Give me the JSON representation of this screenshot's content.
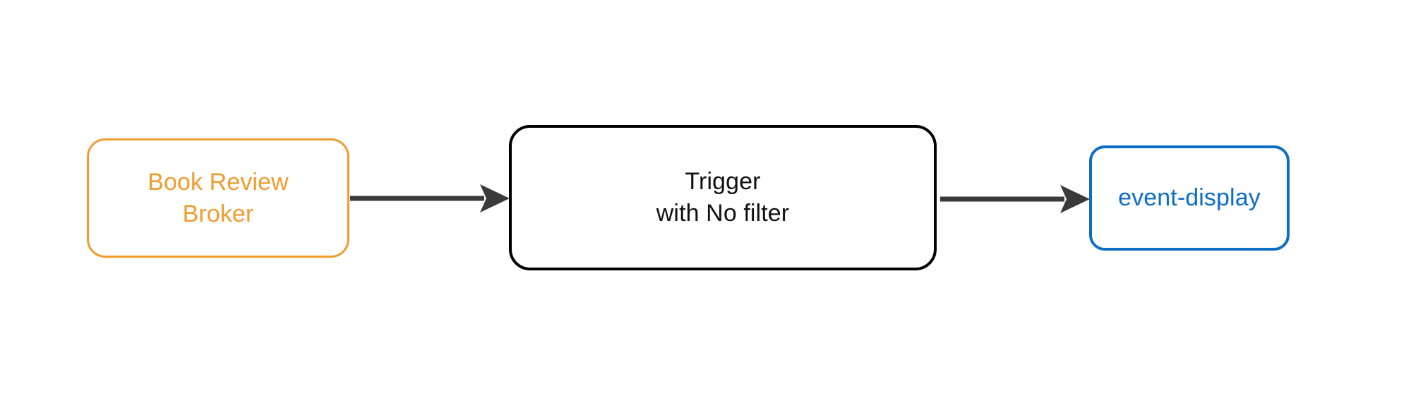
{
  "diagram": {
    "type": "flow",
    "background_color": "#ffffff",
    "nodes": [
      {
        "id": "broker",
        "label": "Book Review\nBroker",
        "role": "source",
        "shape": "rounded-rectangle",
        "border_color": "#f19b2d",
        "text_color": "#f19b2d",
        "fill_color": "#ffffff"
      },
      {
        "id": "trigger",
        "label": "Trigger\nwith No filter",
        "role": "trigger",
        "shape": "rounded-rectangle",
        "border_color": "#000000",
        "text_color": "#111111",
        "fill_color": "#ffffff"
      },
      {
        "id": "sink",
        "label": "event-display",
        "role": "sink",
        "shape": "rounded-rectangle",
        "border_color": "#0d6ec8",
        "text_color": "#0d6ec8",
        "fill_color": "#ffffff"
      }
    ],
    "edges": [
      {
        "id": "broker-to-trigger",
        "from": "broker",
        "to": "trigger",
        "label": "",
        "color": "#3a3a3a",
        "arrowhead": "filled-triangle",
        "direction": "right"
      },
      {
        "id": "trigger-to-sink",
        "from": "trigger",
        "to": "sink",
        "label": "",
        "color": "#3a3a3a",
        "arrowhead": "filled-triangle",
        "direction": "right"
      }
    ]
  }
}
